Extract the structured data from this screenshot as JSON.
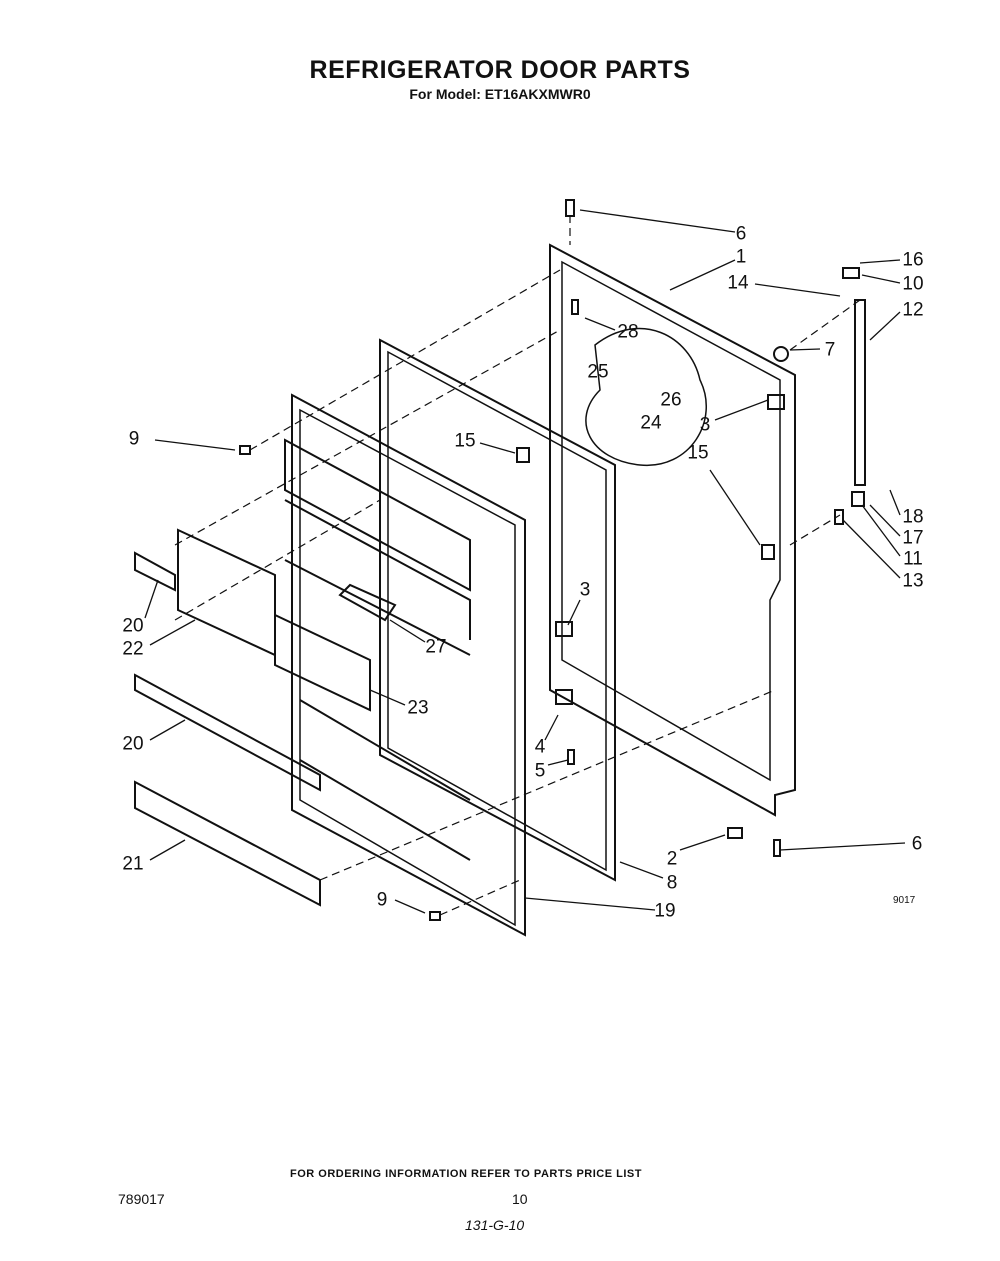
{
  "header": {
    "title": "REFRIGERATOR DOOR PARTS",
    "model_line": "For Model: ET16AKXMWR0"
  },
  "callouts": [
    "6",
    "1",
    "16",
    "10",
    "14",
    "12",
    "28",
    "7",
    "25",
    "26",
    "9",
    "15",
    "3",
    "24",
    "15",
    "18",
    "17",
    "11",
    "13",
    "3",
    "20",
    "22",
    "27",
    "23",
    "20",
    "4",
    "5",
    "21",
    "6",
    "2",
    "8",
    "9",
    "19"
  ],
  "diagram_code": "9017",
  "footer": {
    "ordering_note": "FOR ORDERING INFORMATION REFER TO PARTS PRICE LIST",
    "doc_number": "789017",
    "page_number": "10",
    "handwritten": "131-G-10"
  }
}
